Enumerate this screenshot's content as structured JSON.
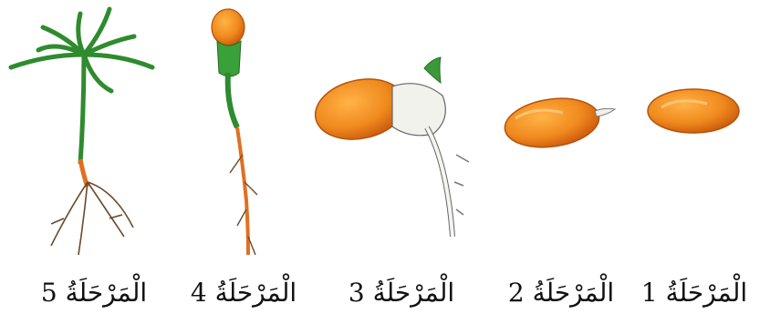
{
  "stages": [
    {
      "id": 1,
      "label": "الْمَرْحَلَةُ 1",
      "depicts": "seed"
    },
    {
      "id": 2,
      "label": "الْمَرْحَلَةُ 2",
      "depicts": "seed with emerging radicle"
    },
    {
      "id": 3,
      "label": "الْمَرْحَلَةُ 3",
      "depicts": "germinating seed with root"
    },
    {
      "id": 4,
      "label": "الْمَرْحَلَةُ 4",
      "depicts": "seedling with seed coat on top"
    },
    {
      "id": 5,
      "label": "الْمَرْحَلَةُ 5",
      "depicts": "young plant with leaves and roots"
    }
  ],
  "colors": {
    "seed": "#f08a1e",
    "seed_shade": "#c9570c",
    "stem": "#2e8b2e",
    "root": "#6b4a2b",
    "root_orange": "#e07020",
    "sprout": "#e8e8e0"
  }
}
